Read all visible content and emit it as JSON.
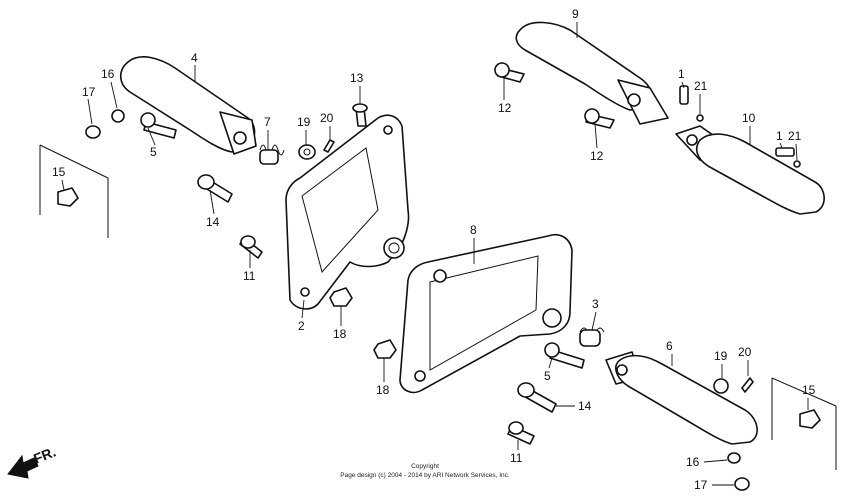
{
  "diagram": {
    "labels": {
      "l1a": "1",
      "l1b": "1",
      "l2": "2",
      "l3": "3",
      "l4": "4",
      "l5a": "5",
      "l5b": "5",
      "l6": "6",
      "l7": "7",
      "l8": "8",
      "l9": "9",
      "l10": "10",
      "l11a": "11",
      "l11b": "11",
      "l12a": "12",
      "l12b": "12",
      "l13": "13",
      "l14a": "14",
      "l14b": "14",
      "l15a": "15",
      "l15b": "15",
      "l16a": "16",
      "l16b": "16",
      "l17a": "17",
      "l17b": "17",
      "l18a": "18",
      "l18b": "18",
      "l19a": "19",
      "l19b": "19",
      "l20a": "20",
      "l20b": "20",
      "l21a": "21",
      "l21b": "21"
    },
    "direction_label": "FR.",
    "copyright_line1": "Copyright",
    "copyright_line2": "Page design (c) 2004 - 2014 by ARI Network Services, Inc."
  }
}
